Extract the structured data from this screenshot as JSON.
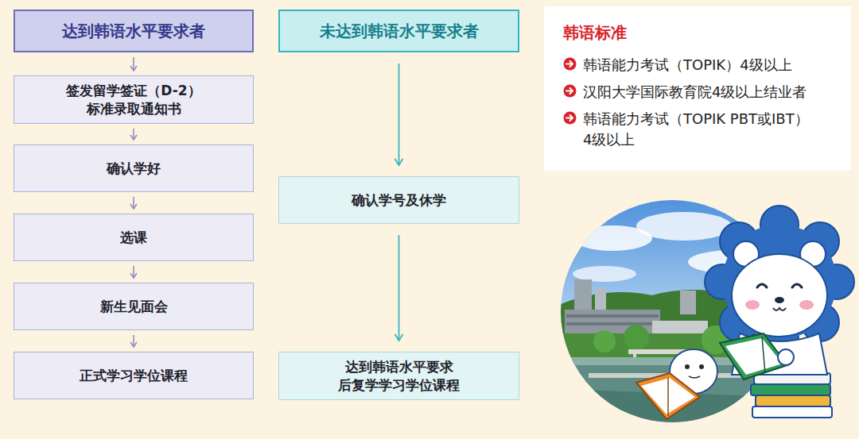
{
  "diagram": {
    "nodes": [
      {
        "text": [
          "达到韩语水平要求者"
        ]
      },
      {
        "text": [
          "签发留学签证（D-2） 标准录取通知书"
        ]
      },
      {
        "text": [
          "确认学好"
        ]
      },
      {
        "text": [
          "选课"
        ]
      },
      {
        "text": [
          "新生见面会"
        ]
      },
      {
        "text": [
          "正式学习学位课程"
        ]
      },
      {
        "text": [
          "未达到韩语水平要求者"
        ]
      },
      {
        "text": [
          "确认学号及休学"
        ]
      },
      {
        "text": [
          "达到韩语水平要求 后复学学习学位课程"
        ]
      },
      {
        "text": [
          "韩语标准",
          "韩语能力考试（TOPIK）4级以上",
          "汉阳大学国际教育院4级以上结业者",
          "韩语能力考试（TOPIK PBT或IBT） 4级以上"
        ]
      }
    ],
    "edges": [
      {
        "from": 0,
        "to": 1,
        "arrow": "to"
      },
      {
        "from": 1,
        "to": 2,
        "arrow": "to"
      },
      {
        "from": 2,
        "to": 3,
        "arrow": "to"
      },
      {
        "from": 3,
        "to": 4,
        "arrow": "to"
      },
      {
        "from": 4,
        "to": 5,
        "arrow": "to"
      },
      {
        "from": 6,
        "to": 7,
        "arrow": "to"
      },
      {
        "from": 7,
        "to": 8,
        "arrow": "to"
      }
    ]
  }
}
